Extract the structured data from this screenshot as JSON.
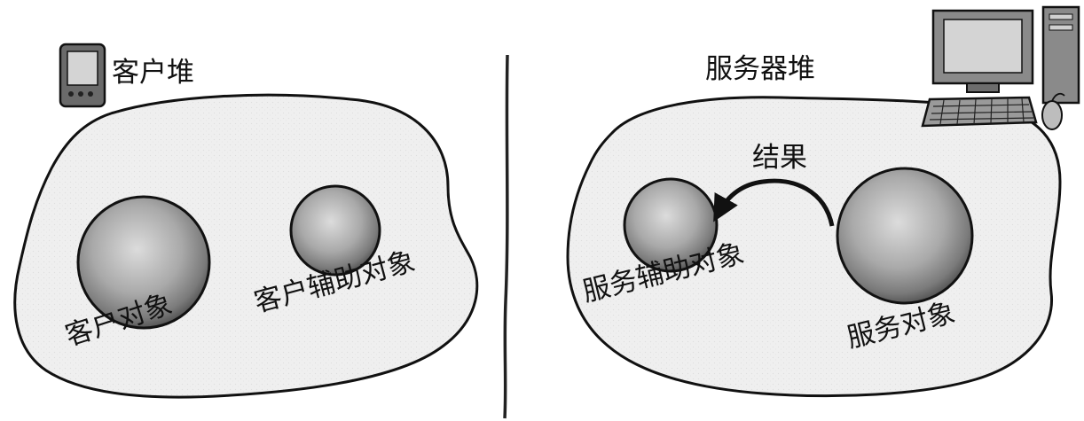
{
  "client": {
    "heap_title": "客户堆",
    "object_label": "客户对象",
    "helper_label": "客户辅助对象"
  },
  "server": {
    "heap_title": "服务器堆",
    "result_label": "结果",
    "helper_label": "服务辅助对象",
    "object_label": "服务对象"
  },
  "colors": {
    "ink": "#111111",
    "heap_fill": "#ededed",
    "sphere_light": "#d9d9d9",
    "sphere_dark": "#5a5a5a",
    "device_screen": "#d4d4d4"
  },
  "icons": {
    "client_device": "handheld-device-icon",
    "server_device": "desktop-computer-icon",
    "result_arrow": "curved-arrow-icon"
  }
}
